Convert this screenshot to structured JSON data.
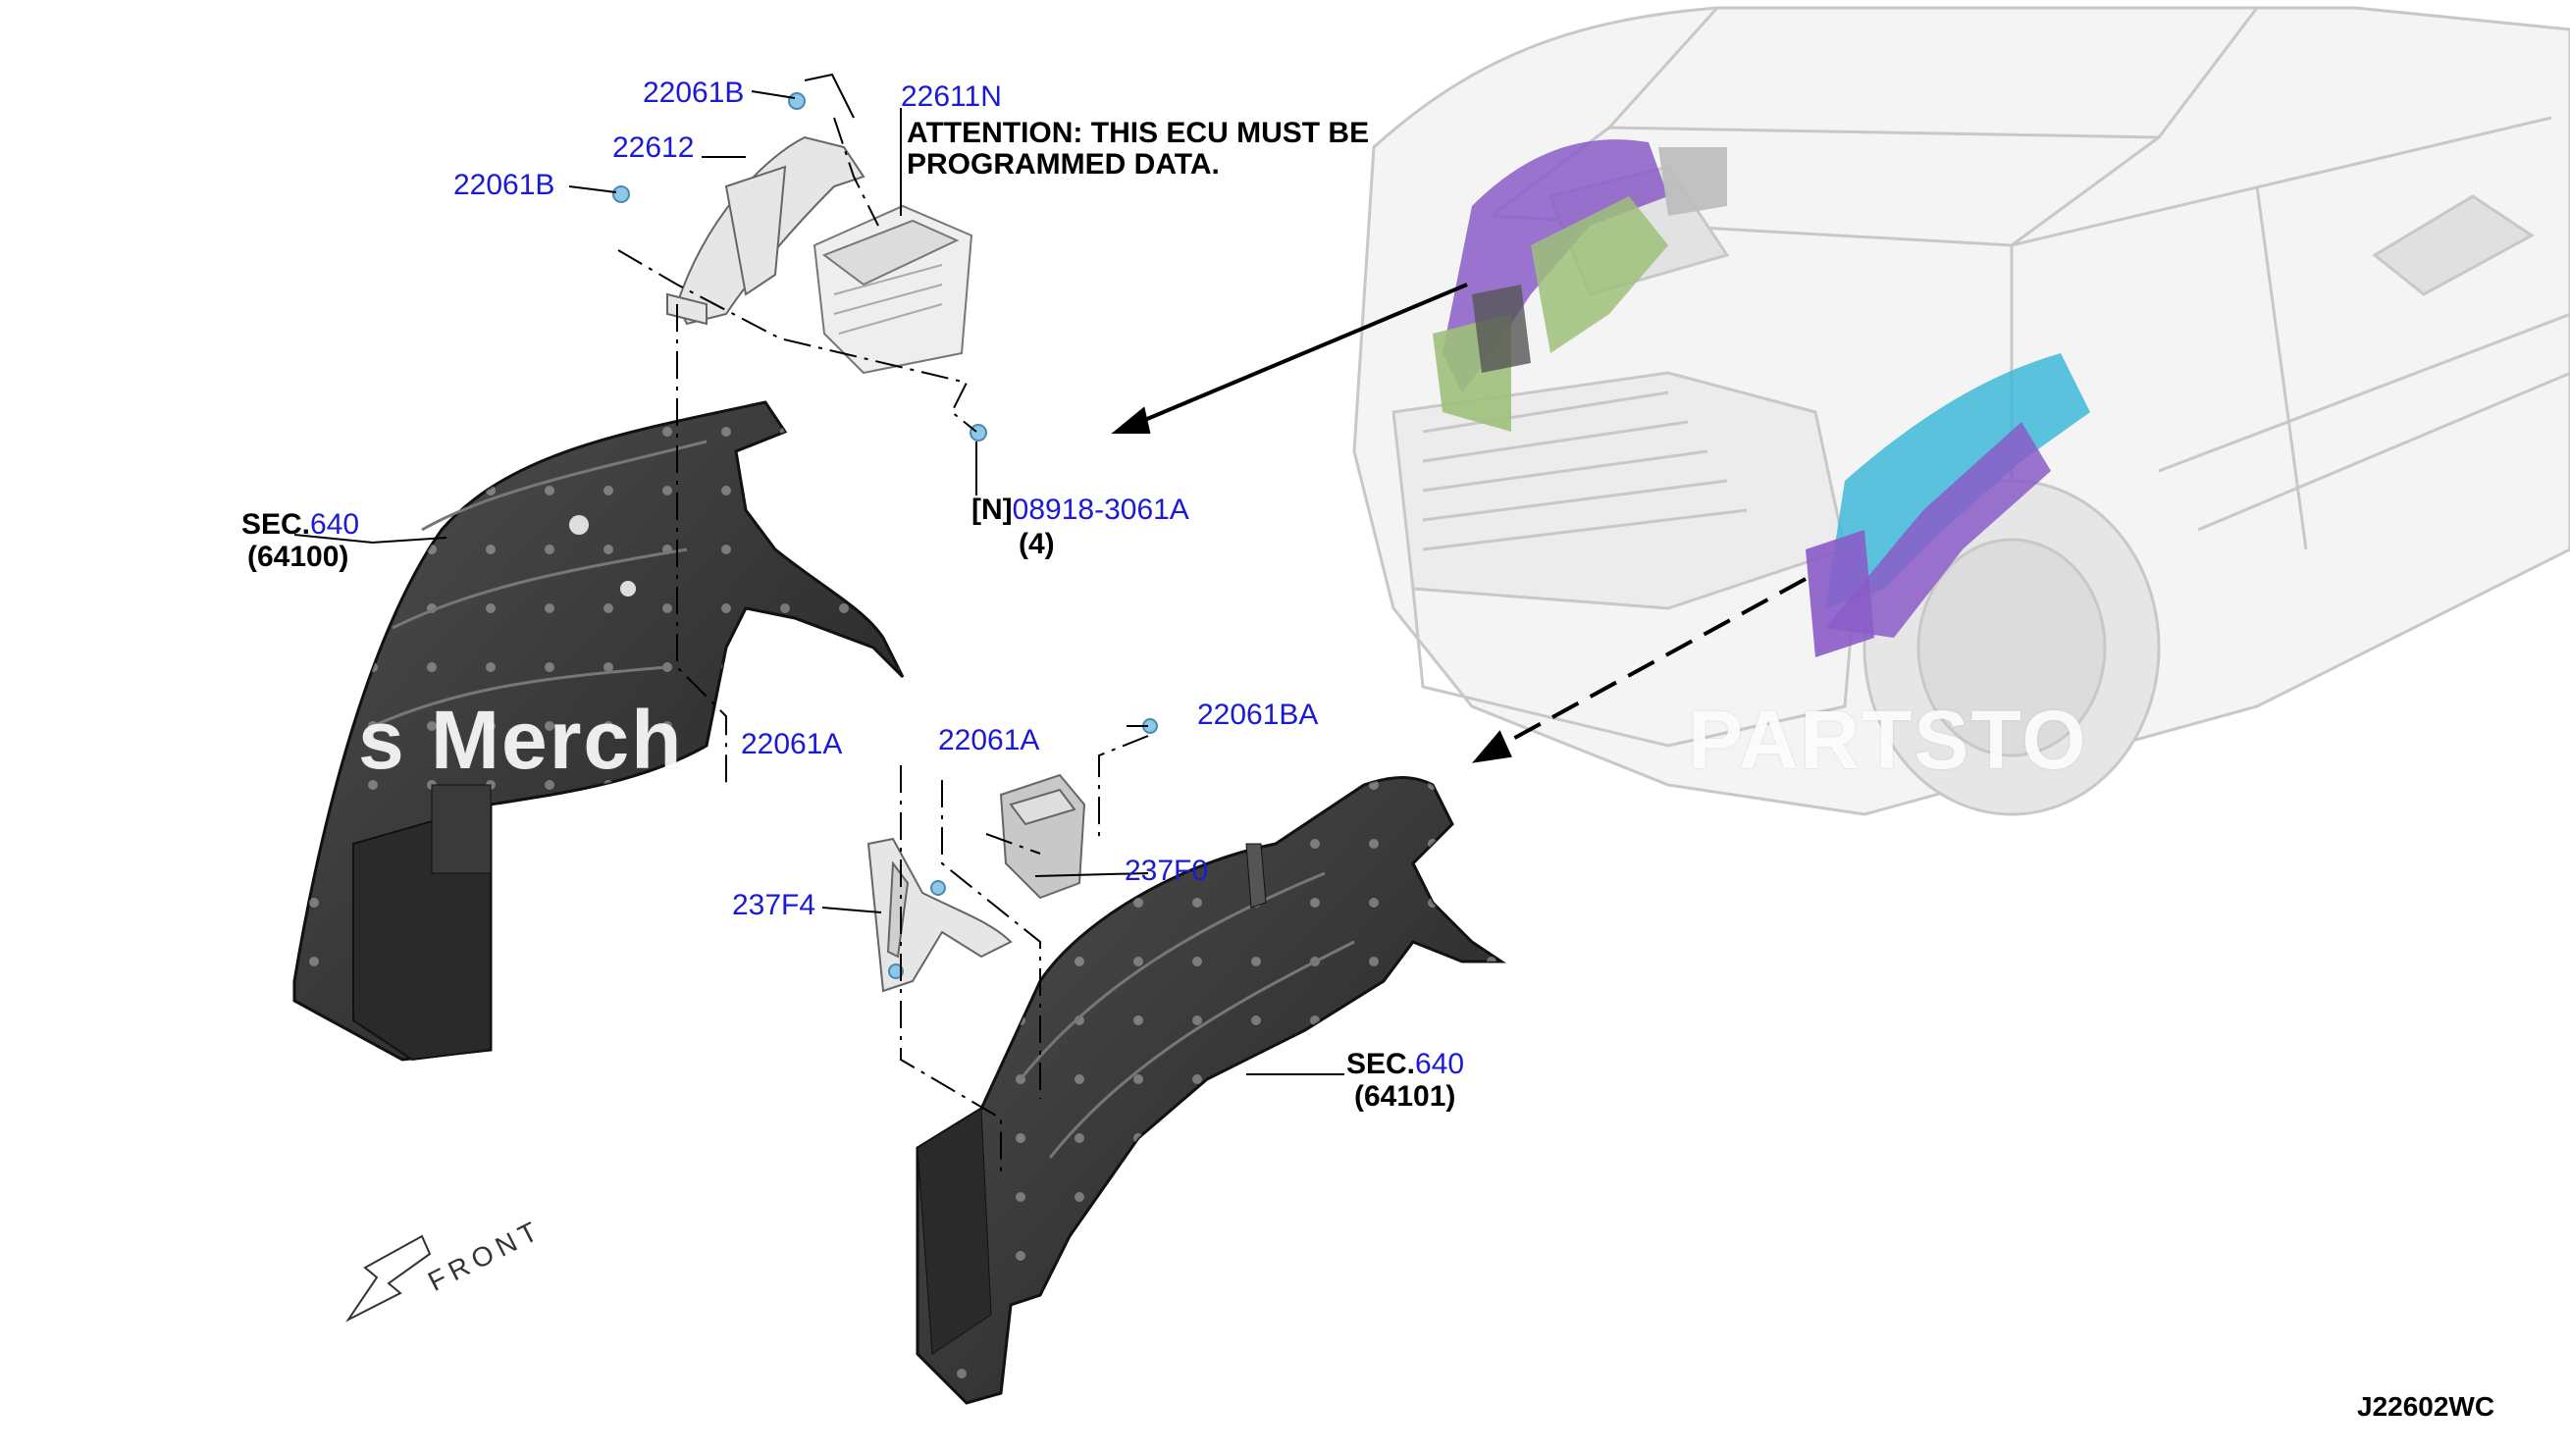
{
  "labels": {
    "p22061B_top": "22061B",
    "p22611N": "22611N",
    "p22612": "22612",
    "p22061B_left": "22061B",
    "attention_line1": "ATTENTION: THIS ECU MUST BE",
    "attention_line2": "PROGRAMMED DATA.",
    "n_prefix": "[N]",
    "p08918": "08918-3061A",
    "qty4": "(4)",
    "sec1_prefix": "SEC.",
    "sec1_num": "640",
    "sec1_part": "(64100)",
    "p22061A_1": "22061A",
    "p22061A_2": "22061A",
    "p22061BA": "22061BA",
    "p237F0": "237F0",
    "p237F4": "237F4",
    "sec2_prefix": "SEC.",
    "sec2_num": "640",
    "sec2_part": "(64101)",
    "front": "FRONT",
    "diagram_code": "J22602WC"
  },
  "watermarks": {
    "left": "s Merch",
    "right": "PARTSTO"
  },
  "colors": {
    "part_label": "#1a1ad6",
    "text": "#000000",
    "panel_dark": "#2e2e2e",
    "highlight_purple": "#8a5cc8",
    "highlight_green": "#9ec07a",
    "highlight_cyan": "#3fb8d8"
  }
}
